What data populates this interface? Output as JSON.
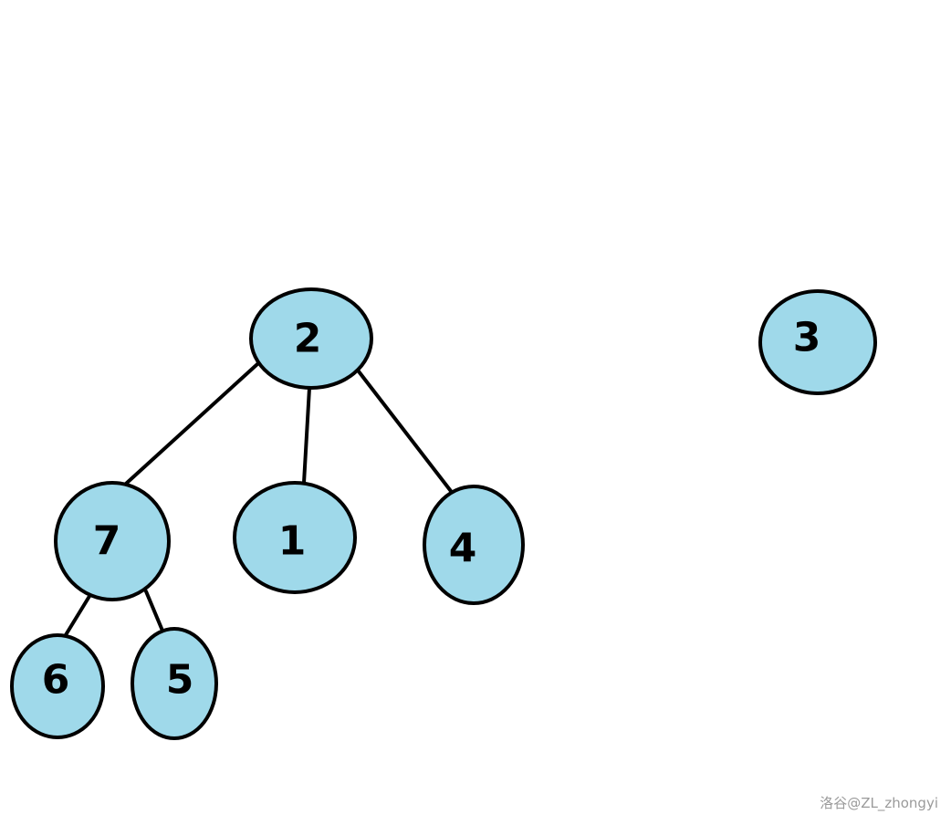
{
  "diagram": {
    "node_fill": "#9fd9ea",
    "node_stroke": "#000000",
    "edge_color": "#000000",
    "nodes": [
      {
        "id": "2",
        "label": "2"
      },
      {
        "id": "3",
        "label": "3"
      },
      {
        "id": "7",
        "label": "7"
      },
      {
        "id": "1",
        "label": "1"
      },
      {
        "id": "4",
        "label": "4"
      },
      {
        "id": "6",
        "label": "6"
      },
      {
        "id": "5",
        "label": "5"
      }
    ],
    "edges": [
      {
        "from": "2",
        "to": "7"
      },
      {
        "from": "2",
        "to": "1"
      },
      {
        "from": "2",
        "to": "4"
      },
      {
        "from": "7",
        "to": "6"
      },
      {
        "from": "7",
        "to": "5"
      }
    ]
  },
  "watermark": "洛谷@ZL_zhongyi"
}
